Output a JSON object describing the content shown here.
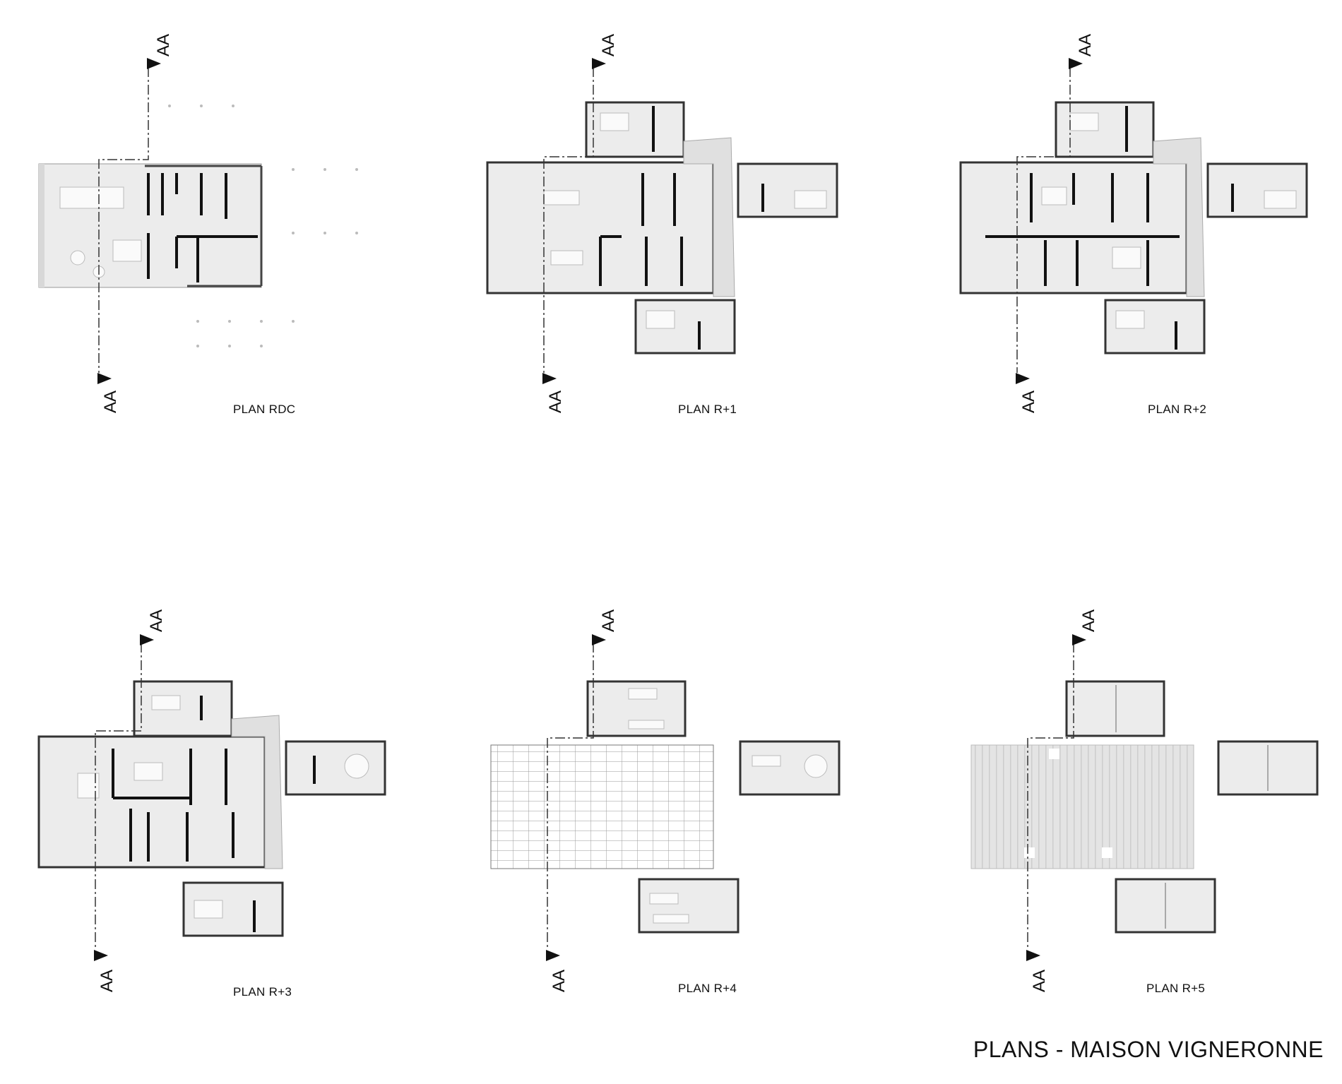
{
  "title": "PLANS - MAISON VIGNERONNE",
  "section_marker": "AA",
  "plans": [
    {
      "label": "PLAN RDC"
    },
    {
      "label": "PLAN R+1"
    },
    {
      "label": "PLAN R+2"
    },
    {
      "label": "PLAN R+3"
    },
    {
      "label": "PLAN R+4"
    },
    {
      "label": "PLAN R+5"
    }
  ],
  "colors": {
    "fill": "#ececec",
    "wall": "#111111",
    "line": "#555555",
    "hatch": "#cfcfcf"
  }
}
